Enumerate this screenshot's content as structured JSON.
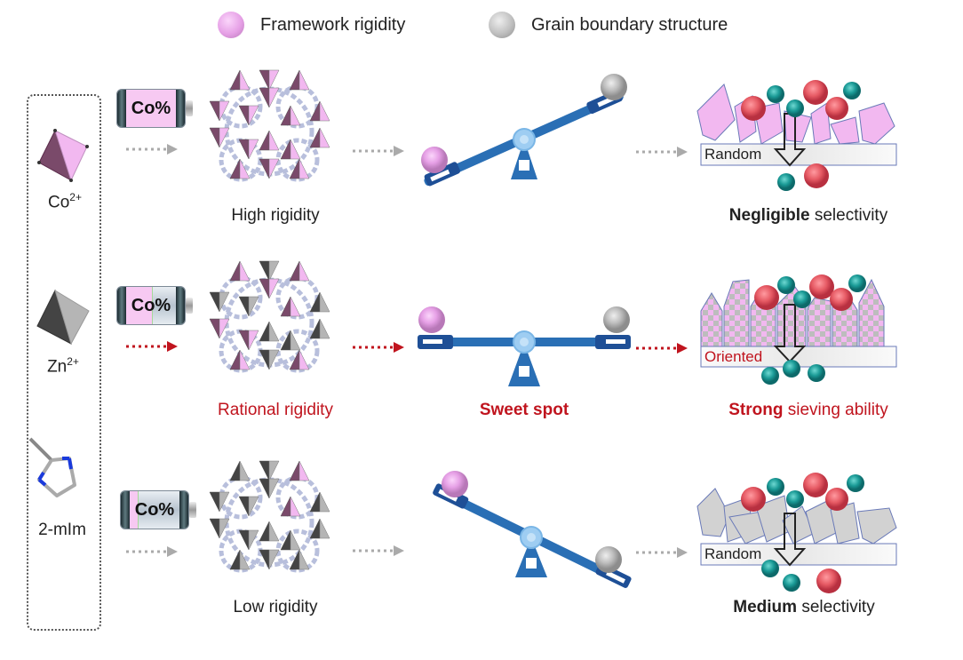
{
  "legend": [
    {
      "label": "Framework rigidity",
      "color": "#e6a0e6",
      "icon": "pink-sphere-icon"
    },
    {
      "label": "Grain boundary structure",
      "color": "#bfbfbf",
      "icon": "gray-sphere-icon"
    }
  ],
  "precursors": [
    {
      "label": "Co",
      "charge": "2+",
      "icon": "cobalt-tetrahedron-icon"
    },
    {
      "label": "Zn",
      "charge": "2+",
      "icon": "zinc-tetrahedron-icon"
    },
    {
      "label": "2-mIm",
      "icon": "imidazole-ring-icon"
    }
  ],
  "rows": [
    {
      "battery_label": "Co%",
      "co_fraction": 1.0,
      "framework_caption": "High rigidity",
      "seesaw_caption": "",
      "membrane_label": "Random",
      "result_bold": "Negligible",
      "result_rest": " selectivity",
      "highlight": false
    },
    {
      "battery_label": "Co%",
      "co_fraction": 0.5,
      "framework_caption": "Rational rigidity",
      "seesaw_caption": "Sweet spot",
      "membrane_label": "Oriented",
      "result_bold": "Strong",
      "result_rest": " sieving ability",
      "highlight": true
    },
    {
      "battery_label": "Co%",
      "co_fraction": 0.15,
      "framework_caption": "Low rigidity",
      "seesaw_caption": "",
      "membrane_label": "Random",
      "result_bold": "Medium",
      "result_rest": " selectivity",
      "highlight": false
    }
  ],
  "colors": {
    "accent_red": "#c0141e",
    "seesaw_blue": "#2a6fb5",
    "pink_tetra": "#f2b8f0",
    "dark_pink_tetra": "#7a4a6a",
    "gray_tetra": "#b5b5b5",
    "dark_gray_tetra": "#444444",
    "molecule_red": "#e65a64",
    "molecule_teal": "#1a9a96"
  }
}
